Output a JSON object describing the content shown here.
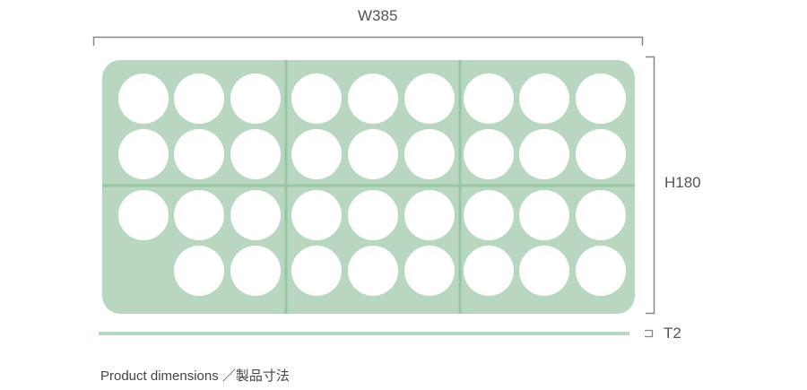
{
  "dimensions": {
    "width_label": "W385",
    "height_label": "H180",
    "thickness_label": "T2"
  },
  "caption": "Product dimensions ／製品寸法",
  "colors": {
    "panel": "#b9d6c1",
    "divider": "#98c5a2",
    "hole": "#ffffff",
    "line": "#888888"
  },
  "grid": {
    "cols": 9,
    "rows": 4,
    "missing": [
      [
        3,
        0
      ]
    ]
  }
}
